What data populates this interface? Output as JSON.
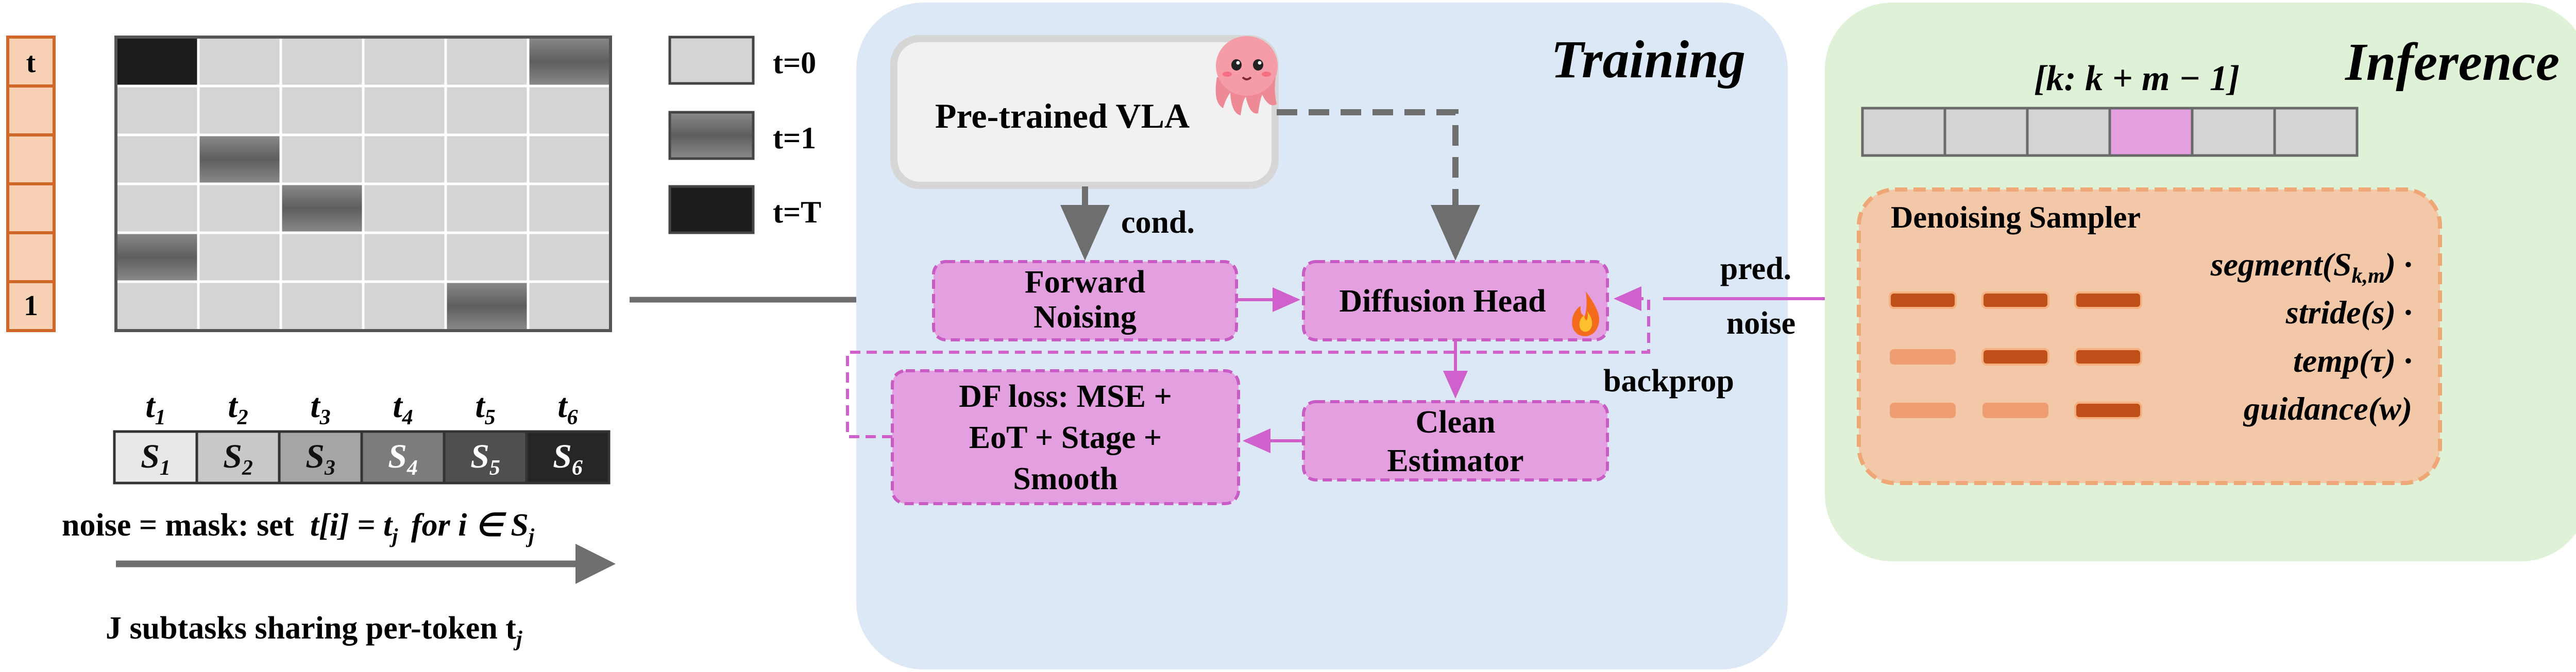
{
  "noise_schedule": {
    "token_axis_top": "t",
    "token_axis_bottom": "1",
    "grid": {
      "rows": 6,
      "cols": 6,
      "highlighted_cells": [
        {
          "row": 0,
          "col": 0,
          "level": "T"
        },
        {
          "row": 0,
          "col": 5,
          "level": "1"
        },
        {
          "row": 2,
          "col": 1,
          "level": "1"
        },
        {
          "row": 3,
          "col": 2,
          "level": "1"
        },
        {
          "row": 4,
          "col": 0,
          "level": "1"
        },
        {
          "row": 5,
          "col": 4,
          "level": "1"
        }
      ]
    },
    "legend": [
      {
        "label": "t=0",
        "color": "#d4d4d4"
      },
      {
        "label": "t=1",
        "color": "#707070"
      },
      {
        "label": "t=T",
        "color": "#1c1c1c"
      }
    ]
  },
  "subtasks": {
    "t_labels": [
      "t",
      "t",
      "t",
      "t",
      "t",
      "t"
    ],
    "t_subscripts": [
      "1",
      "2",
      "3",
      "4",
      "5",
      "6"
    ],
    "s_labels": [
      "S",
      "S",
      "S",
      "S",
      "S",
      "S"
    ],
    "colors": [
      "#e8e8e8",
      "#c8c8c8",
      "#a6a6a6",
      "#7c7c7c",
      "#4f4f4f",
      "#262626"
    ],
    "noise_rule_prefix": "noise = mask: set",
    "noise_rule_formula": "t[i] = t",
    "noise_rule_subscript": "j",
    "noise_rule_suffix": "for i ∈ S",
    "caption_prefix": "J subtasks sharing per-token t",
    "caption_subscript": "j"
  },
  "training": {
    "title": "Training",
    "pretrained": "Pre-trained VLA",
    "pretrained_icon": "octopus-icon",
    "cond_label": "cond.",
    "forward_noising": [
      "Forward",
      "Noising"
    ],
    "diffusion_head": "Diffusion Head",
    "diffusion_icon": "fire-icon",
    "df_loss": [
      "DF loss: MSE +",
      "EoT + Stage +",
      "Smooth"
    ],
    "clean_estimator": [
      "Clean",
      "Estimator"
    ],
    "backprop_label": "backprop",
    "pred_noise_label": [
      "pred.",
      "noise"
    ]
  },
  "inference": {
    "title": "Inference",
    "window_label": "[k: k + m − 1]",
    "window_cells": 6,
    "window_highlight_index": 3,
    "sampler_title": "Denoising Sampler",
    "params": [
      "segment(S",
      "stride(s) ·",
      "temp(τ) ·",
      "guidance(w)"
    ],
    "segment_suffix": "k,m",
    "bar_rows": [
      [
        "dark",
        "dark",
        "dark"
      ],
      [
        "light",
        "dark",
        "dark"
      ],
      [
        "light",
        "light",
        "dark"
      ]
    ]
  },
  "colors": {
    "training_bg": "#dce8f5",
    "inference_bg": "#dff2d8",
    "module_fill": "#e49fe0",
    "module_stroke": "#c85cc4",
    "sampler_fill": "#f2c8a8",
    "sampler_stroke": "#eea878",
    "bar_dark": "#c0501a",
    "bar_light": "#ee9e72",
    "token_fill": "#f8d0b4",
    "token_stroke": "#d0682a",
    "arrow_gray": "#6e6e6e",
    "arrow_pink": "#d060cc",
    "window_highlight": "#e49fe0"
  }
}
